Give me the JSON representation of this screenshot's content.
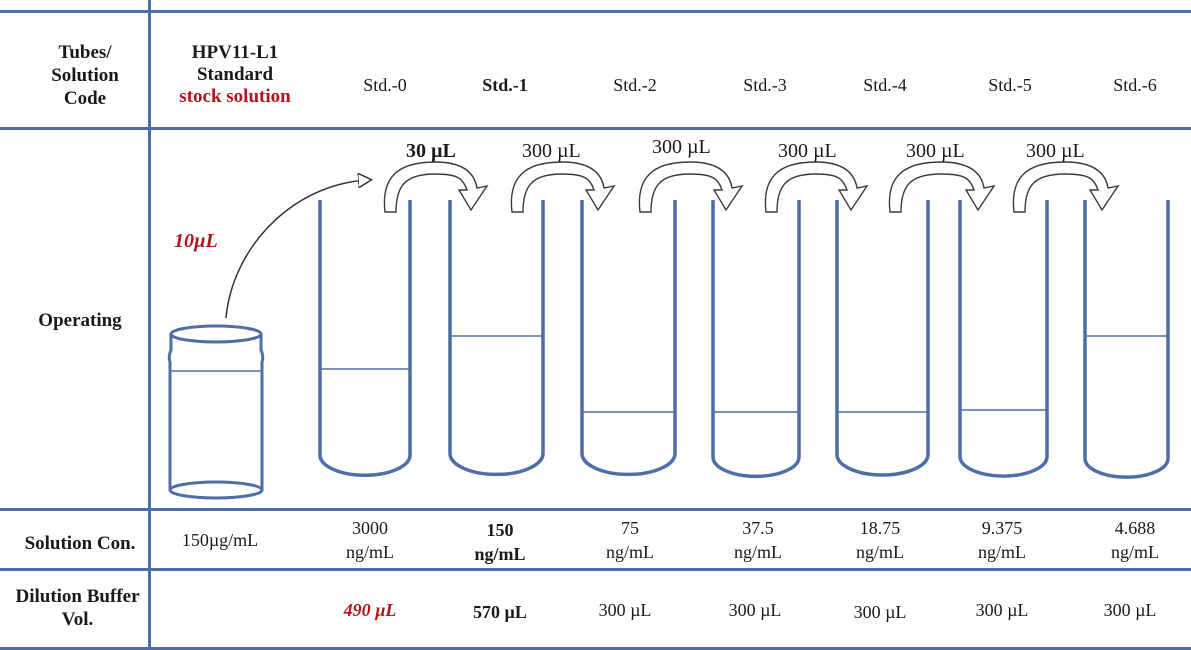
{
  "header": {
    "row_label": "Tubes/ Solution Code",
    "stock": {
      "line1": "HPV11-L1",
      "line2": "Standard",
      "line3": "stock solution"
    },
    "codes": [
      "Std.-0",
      "Std.-1",
      "Std.-2",
      "Std.-3",
      "Std.-4",
      "Std.-5",
      "Std.-6"
    ]
  },
  "operating": {
    "row_label": "Operating",
    "stock_volume": "10µL",
    "transfers": [
      "30 µL",
      "300 µL",
      "300 µL",
      "300 µL",
      "300 µL",
      "300 µL"
    ]
  },
  "concentration": {
    "row_label": "Solution Con.",
    "stock": "150µg/mL",
    "values": [
      {
        "number": "3000",
        "unit": "ng/mL"
      },
      {
        "number": "150",
        "unit": "ng/mL"
      },
      {
        "number": "75",
        "unit": "ng/mL"
      },
      {
        "number": "37.5",
        "unit": "ng/mL"
      },
      {
        "number": "18.75",
        "unit": "ng/mL"
      },
      {
        "number": "9.375",
        "unit": "ng/mL"
      },
      {
        "number": "4.688",
        "unit": "ng/mL"
      }
    ]
  },
  "dilution": {
    "row_label": "Dilution Buffer Vol.",
    "values": [
      "490 µL",
      "570 µL",
      "300 µL",
      "300 µL",
      "300 µL",
      "300 µL",
      "300 µL"
    ]
  },
  "colors": {
    "grid": "#4f6ea8",
    "tube": "#4f6ea8",
    "emphasis": "#b0161e"
  }
}
